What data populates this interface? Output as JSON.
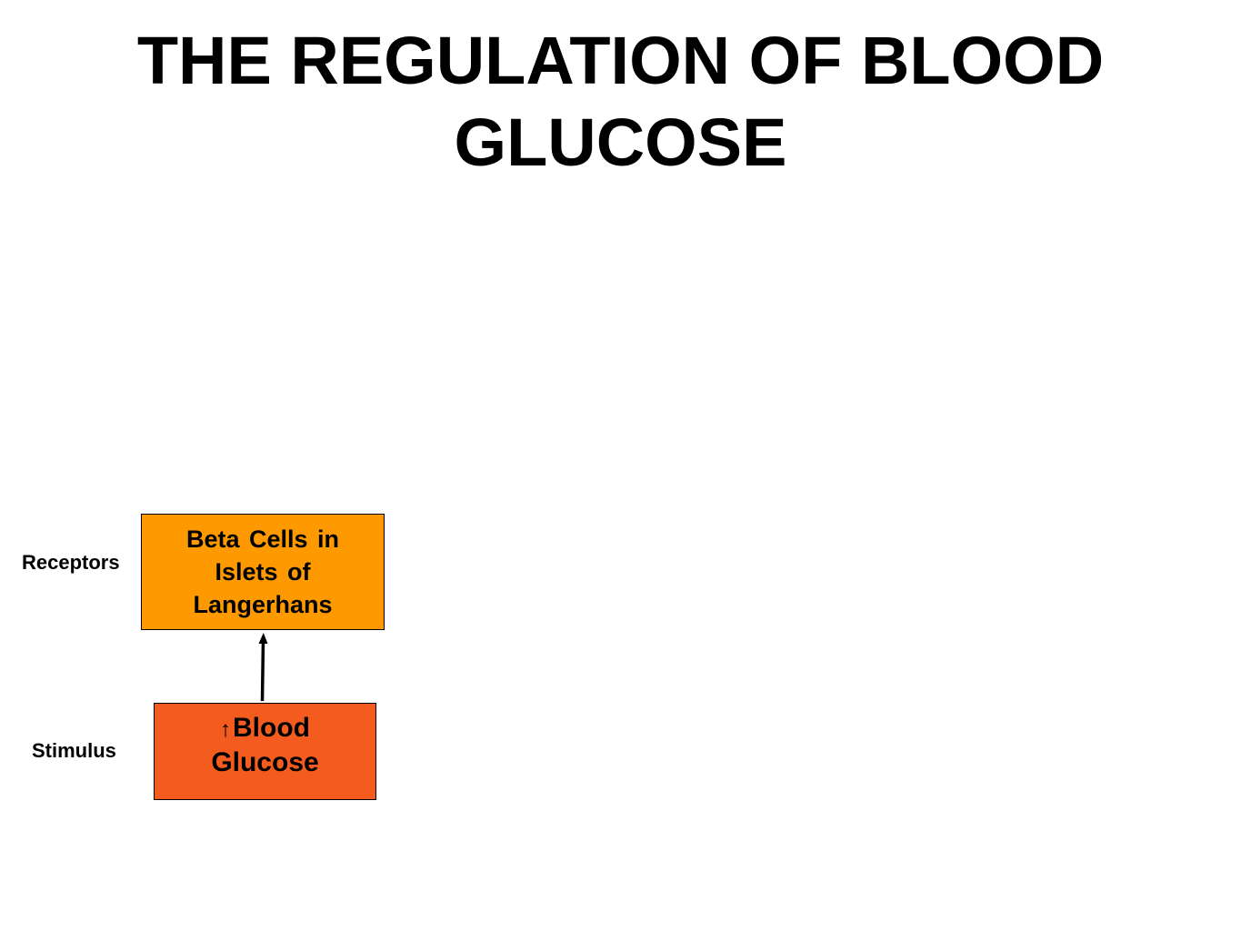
{
  "title": {
    "line1": "THE REGULATION OF BLOOD",
    "line2": "GLUCOSE"
  },
  "labels": {
    "receptors": "Receptors",
    "stimulus": "Stimulus"
  },
  "boxes": {
    "receptor": {
      "line1": "Beta Cells in",
      "line2": "Islets of",
      "line3": "Langerhans",
      "color": "#FF9900"
    },
    "stimulus": {
      "arrow": "↑",
      "line1": "Blood",
      "line2": "Glucose",
      "color": "#F45B1F"
    }
  },
  "connector": {
    "from": "stimulus",
    "to": "receptor",
    "icon": "up-arrow-icon"
  }
}
